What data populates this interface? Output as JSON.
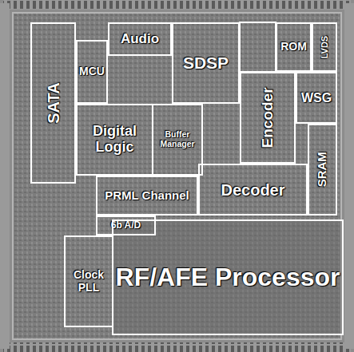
{
  "diagram": {
    "nodes": [
      {
        "text": [
          "SATA"
        ]
      },
      {
        "text": [
          "MCU"
        ]
      },
      {
        "text": [
          "Audio"
        ]
      },
      {
        "text": [
          "SDSP"
        ]
      },
      {
        "text": [
          "ROM"
        ]
      },
      {
        "text": [
          "LVDS"
        ]
      },
      {
        "text": [
          "WSG"
        ]
      },
      {
        "text": [
          "Encoder"
        ]
      },
      {
        "text": [
          "Digital Logic"
        ]
      },
      {
        "text": [
          "Buffer Manager"
        ]
      },
      {
        "text": [
          "SRAM"
        ]
      },
      {
        "text": [
          "PRML Channel"
        ]
      },
      {
        "text": [
          "Decoder"
        ]
      },
      {
        "text": [
          "6b A/D"
        ]
      },
      {
        "text": [
          "Clock PLL"
        ]
      },
      {
        "text": [
          "RF/AFE Processor"
        ]
      }
    ]
  }
}
